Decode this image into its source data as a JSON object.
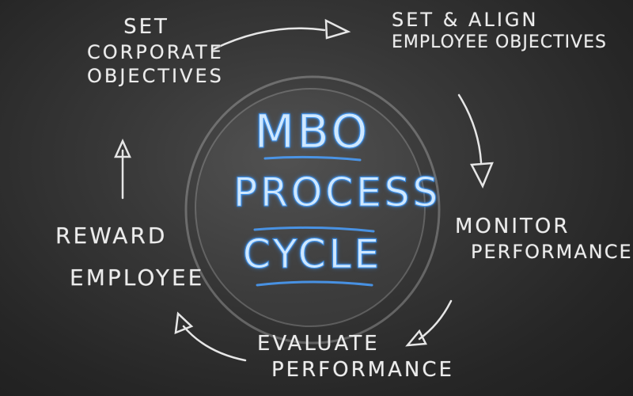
{
  "center": {
    "line1": "MBO",
    "line2": "Process",
    "line3": "Cycle"
  },
  "steps": [
    {
      "id": "set-corporate-objectives",
      "lines": [
        "Set",
        "Corporate",
        "Objectives"
      ]
    },
    {
      "id": "set-align-employee-objectives",
      "lines": [
        "Set & Align",
        "Employee Objectives"
      ]
    },
    {
      "id": "monitor-performance",
      "lines": [
        "Monitor",
        "Performance"
      ]
    },
    {
      "id": "evaluate-performance",
      "lines": [
        "Evaluate",
        "Performance"
      ]
    },
    {
      "id": "reward-employee",
      "lines": [
        "Reward",
        "Employee"
      ]
    }
  ],
  "colors": {
    "board": "#2f2f2f",
    "chalk": "#ececec",
    "accent_blue": "#3a8ee8"
  }
}
